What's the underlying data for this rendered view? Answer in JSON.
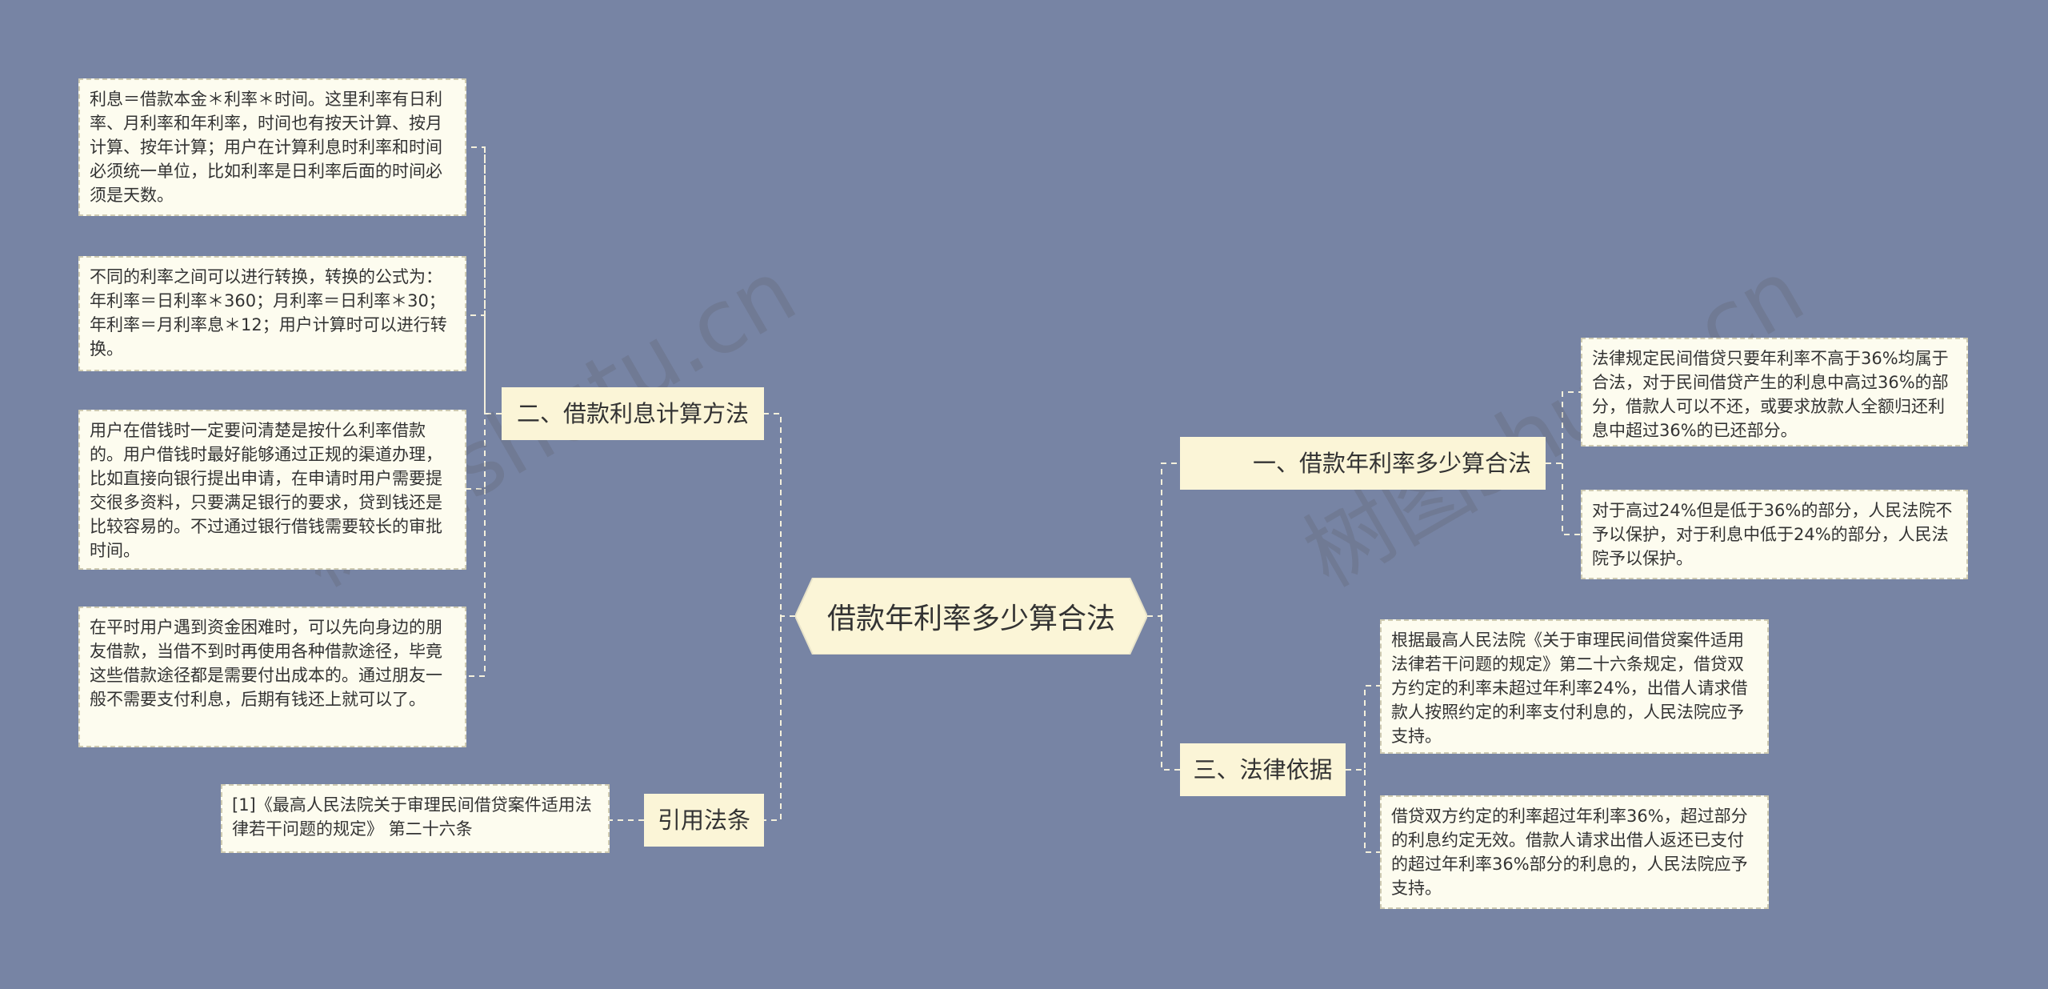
{
  "root": {
    "label": "借款年利率多少算合法"
  },
  "branches": {
    "b1": {
      "label": "一、借款年利率多少算合法"
    },
    "b2": {
      "label": "二、借款利息计算方法"
    },
    "b3": {
      "label": "三、法律依据"
    },
    "b4": {
      "label": "引用法条"
    }
  },
  "leaves": {
    "l1": "法律规定民间借贷只要年利率不高于36%均属于合法，对于民间借贷产生的利息中高过36%的部分，借款人可以不还，或要求放款人全额归还利息中超过36%的已还部分。",
    "l2": "对于高过24%但是低于36%的部分，人民法院不予以保护，对于利息中低于24%的部分，人民法院予以保护。",
    "l3": "利息＝借款本金＊利率＊时间。这里利率有日利率、月利率和年利率，时间也有按天计算、按月计算、按年计算；用户在计算利息时利率和时间必须统一单位，比如利率是日利率后面的时间必须是天数。",
    "l4": "不同的利率之间可以进行转换，转换的公式为：年利率＝日利率＊360；月利率＝日利率＊30；年利率＝月利率息＊12；用户计算时可以进行转换。",
    "l5": "用户在借钱时一定要问清楚是按什么利率借款的。用户借钱时最好能够通过正规的渠道办理，比如直接向银行提出申请，在申请时用户需要提交很多资料，只要满足银行的要求，贷到钱还是比较容易的。不过通过银行借钱需要较长的审批时间。",
    "l6": "在平时用户遇到资金困难时，可以先向身边的朋友借款，当借不到时再使用各种借款途径，毕竟这些借款途径都是需要付出成本的。通过朋友一般不需要支付利息，后期有钱还上就可以了。",
    "l7": "根据最高人民法院《关于审理民间借贷案件适用法律若干问题的规定》第二十六条规定，借贷双方约定的利率未超过年利率24%，出借人请求借款人按照约定的利率支付利息的，人民法院应予支持。",
    "l8": "借贷双方约定的利率超过年利率36%，超过部分的利息约定无效。借款人请求出借人返还已支付的超过年利率36%部分的利息的，人民法院应予支持。",
    "l9": "[1]《最高人民法院关于审理民间借贷案件适用法律若干问题的规定》 第二十六条"
  },
  "watermarks": {
    "w1": "树图shutu.cn",
    "w2": "树图shutu.cn"
  },
  "colors": {
    "background": "#7784a4",
    "leaf_fill": "#fdfcef",
    "branch_fill": "#fbf5d7",
    "connector": "#f4f0dc"
  }
}
